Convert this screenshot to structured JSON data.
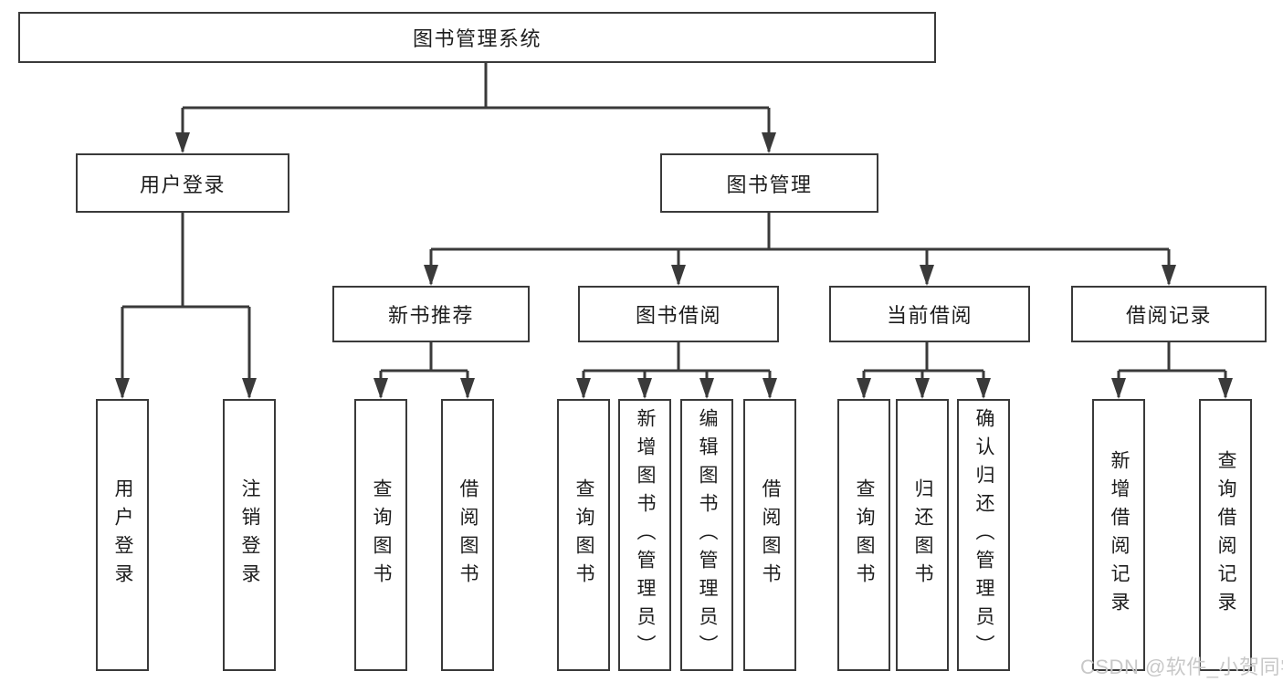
{
  "tree": {
    "root": {
      "label": "图书管理系统"
    },
    "branches": [
      {
        "label": "用户登录",
        "children": [
          {
            "label": "用户登录"
          },
          {
            "label": "注销登录"
          }
        ]
      },
      {
        "label": "图书管理",
        "children": [
          {
            "label": "新书推荐",
            "children": [
              {
                "label": "查询图书"
              },
              {
                "label": "借阅图书"
              }
            ]
          },
          {
            "label": "图书借阅",
            "children": [
              {
                "label": "查询图书"
              },
              {
                "label": "新增图书（管理员）"
              },
              {
                "label": "编辑图书（管理员）"
              },
              {
                "label": "借阅图书"
              }
            ]
          },
          {
            "label": "当前借阅",
            "children": [
              {
                "label": "查询图书"
              },
              {
                "label": "归还图书"
              },
              {
                "label": "确认归还（管理员）"
              }
            ]
          },
          {
            "label": "借阅记录",
            "children": [
              {
                "label": "新增借阅记录"
              },
              {
                "label": "查询借阅记录"
              }
            ]
          }
        ]
      }
    ]
  },
  "watermark": {
    "text": "CSDN @软件_小贺同学"
  },
  "colors": {
    "line": "#3a3a3a",
    "box_border": "#3a3a3a",
    "box_fill": "#ffffff",
    "text": "#1d1d1d",
    "watermark": "#c8c8c8",
    "background": "#ffffff"
  }
}
